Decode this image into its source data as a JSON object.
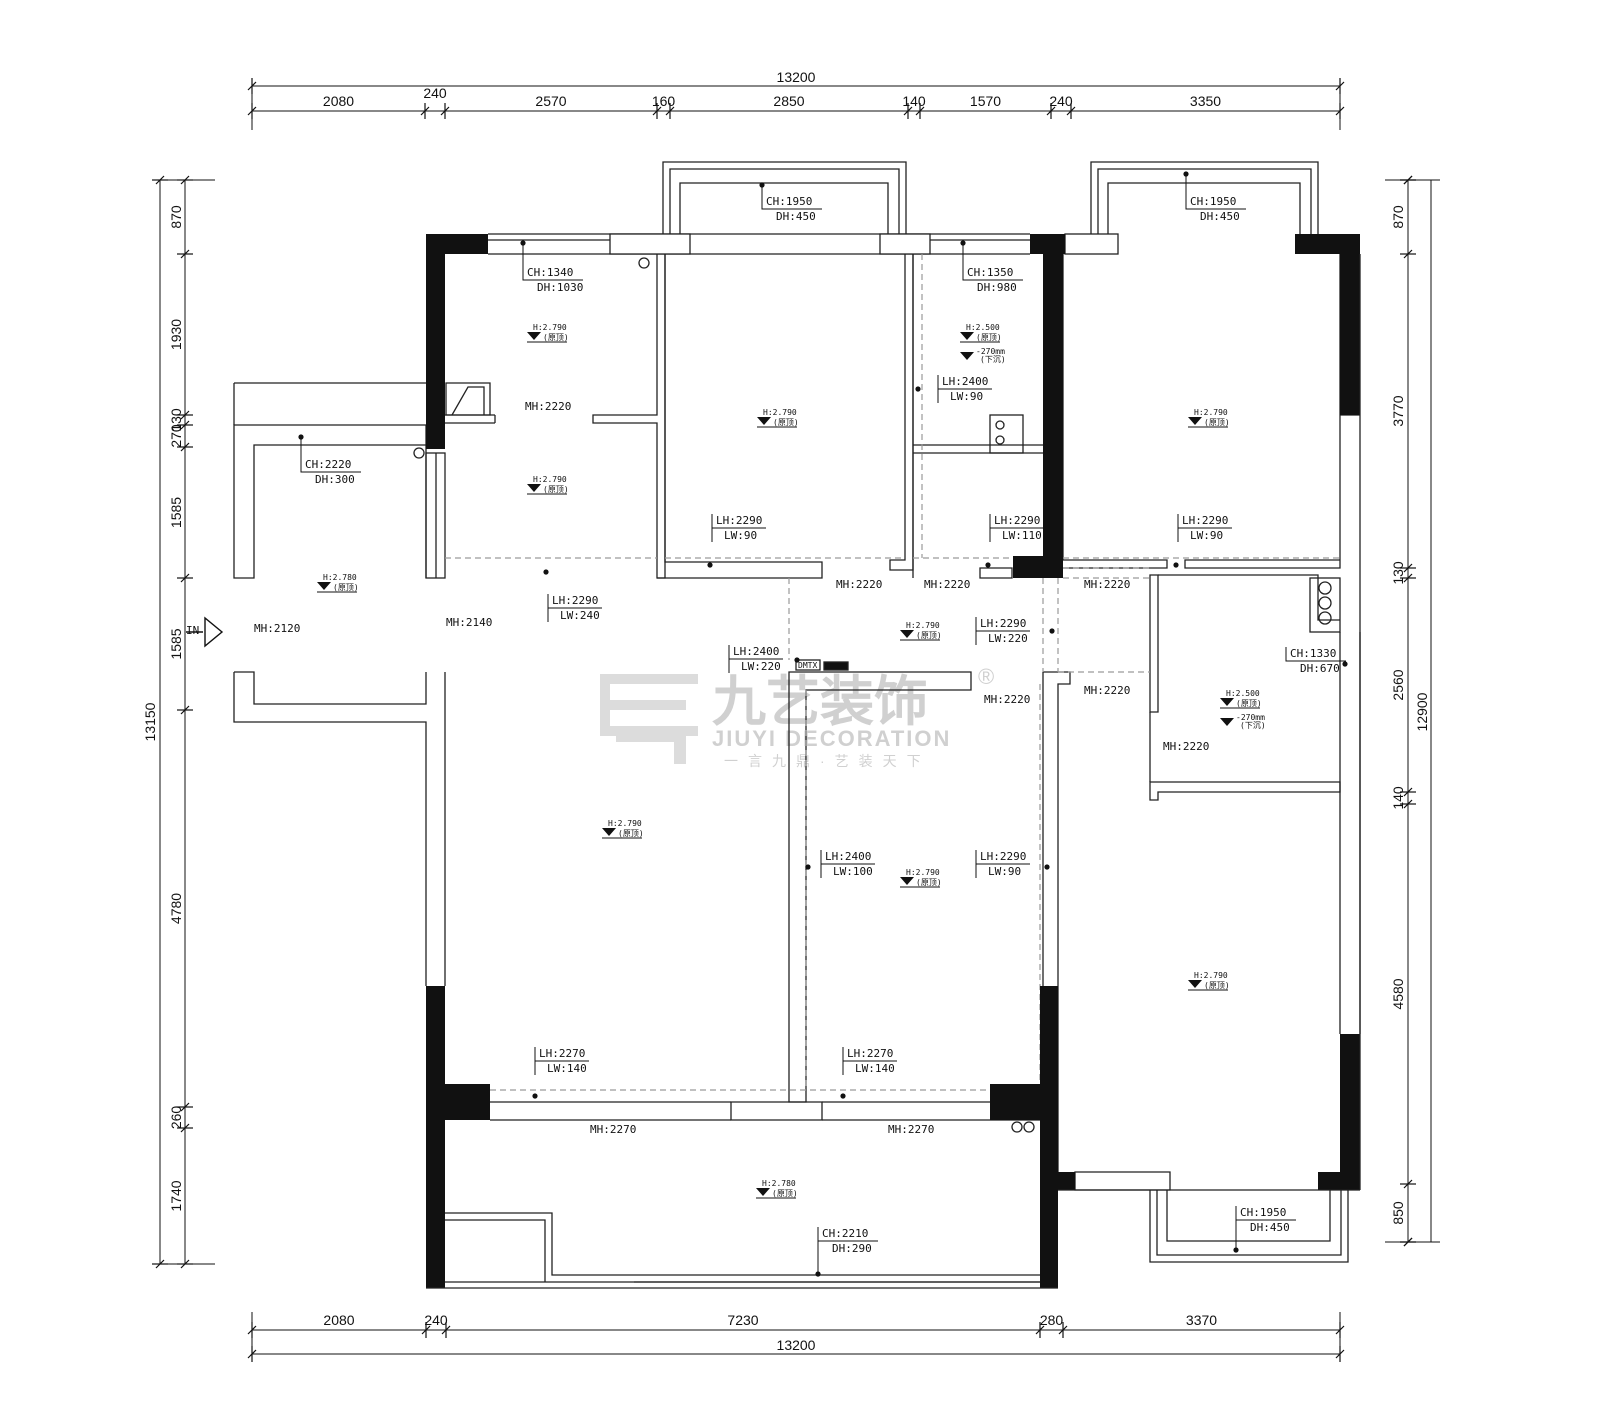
{
  "dimensions": {
    "top_total": "13200",
    "top_segments": [
      "2080",
      "240",
      "2570",
      "160",
      "2850",
      "140",
      "1570",
      "240",
      "3350"
    ],
    "bottom_total": "13200",
    "bottom_segments": [
      "2080",
      "240",
      "7230",
      "280",
      "3370"
    ],
    "left_total": "13150",
    "left_segments": [
      "870",
      "1930",
      "130",
      "270",
      "1585",
      "1585",
      "4780",
      "260",
      "1740"
    ],
    "right_total": "12900",
    "right_segments": [
      "870",
      "3770",
      "130",
      "2560",
      "140",
      "4580",
      "850"
    ]
  },
  "labels": {
    "ch_1950_a": "CH:1950",
    "dh_450_a": "DH:450",
    "ch_1950_b": "CH:1950",
    "dh_450_b": "DH:450",
    "ch_1950_c": "CH:1950",
    "dh_450_c": "DH:450",
    "ch_1340": "CH:1340",
    "dh_1030": "DH:1030",
    "ch_1350": "CH:1350",
    "dh_980": "DH:980",
    "ch_2220": "CH:2220",
    "dh_300": "DH:300",
    "ch_1330": "CH:1330",
    "dh_670": "DH:670",
    "ch_2210": "CH:2210",
    "dh_290": "DH:290",
    "mh_2220_a": "MH:2220",
    "mh_2220_b": "MH:2220",
    "mh_2220_c": "MH:2220",
    "mh_2220_d": "MH:2220",
    "mh_2220_e": "MH:2220",
    "mh_2220_f": "MH:2220",
    "mh_2220_g": "MH:2220",
    "mh_2120": "MH:2120",
    "mh_2140": "MH:2140",
    "mh_2270_a": "MH:2270",
    "mh_2270_b": "MH:2270",
    "lh_2400_lw_90": [
      "LH:2400",
      "LW:90"
    ],
    "lh_2290_lw_90_a": [
      "LH:2290",
      "LW:90"
    ],
    "lh_2290_lw_110": [
      "LH:2290",
      "LW:110"
    ],
    "lh_2290_lw_90_b": [
      "LH:2290",
      "LW:90"
    ],
    "lh_2290_lw_240": [
      "LH:2290",
      "LW:240"
    ],
    "lh_2290_lw_220": [
      "LH:2290",
      "LW:220"
    ],
    "lh_2400_lw_220": [
      "LH:2400",
      "LW:220"
    ],
    "lh_2400_lw_100": [
      "LH:2400",
      "LW:100"
    ],
    "lh_2290_lw_90_c": [
      "LH:2290",
      "LW:90"
    ],
    "lh_2270_lw_140_a": [
      "LH:2270",
      "LW:140"
    ],
    "lh_2270_lw_140_b": [
      "LH:2270",
      "LW:140"
    ],
    "h_2790": "H:2.790",
    "h_2780": "H:2.780",
    "h_2500": "H:2.500",
    "orig": "(原顶)",
    "minus270": "-270mm",
    "sunk": "(下沉)",
    "dmtx": "DMTX",
    "entry": "IN"
  },
  "watermark": {
    "cn": "九艺装饰",
    "en": "JIUYI DECORATION",
    "slogan": "一言九鼎·艺装天下",
    "reg": "®"
  },
  "colors": {
    "wall": "#111111",
    "line": "#222222",
    "dash": "#9a9a9a",
    "watermark": "#d0d0d0"
  }
}
